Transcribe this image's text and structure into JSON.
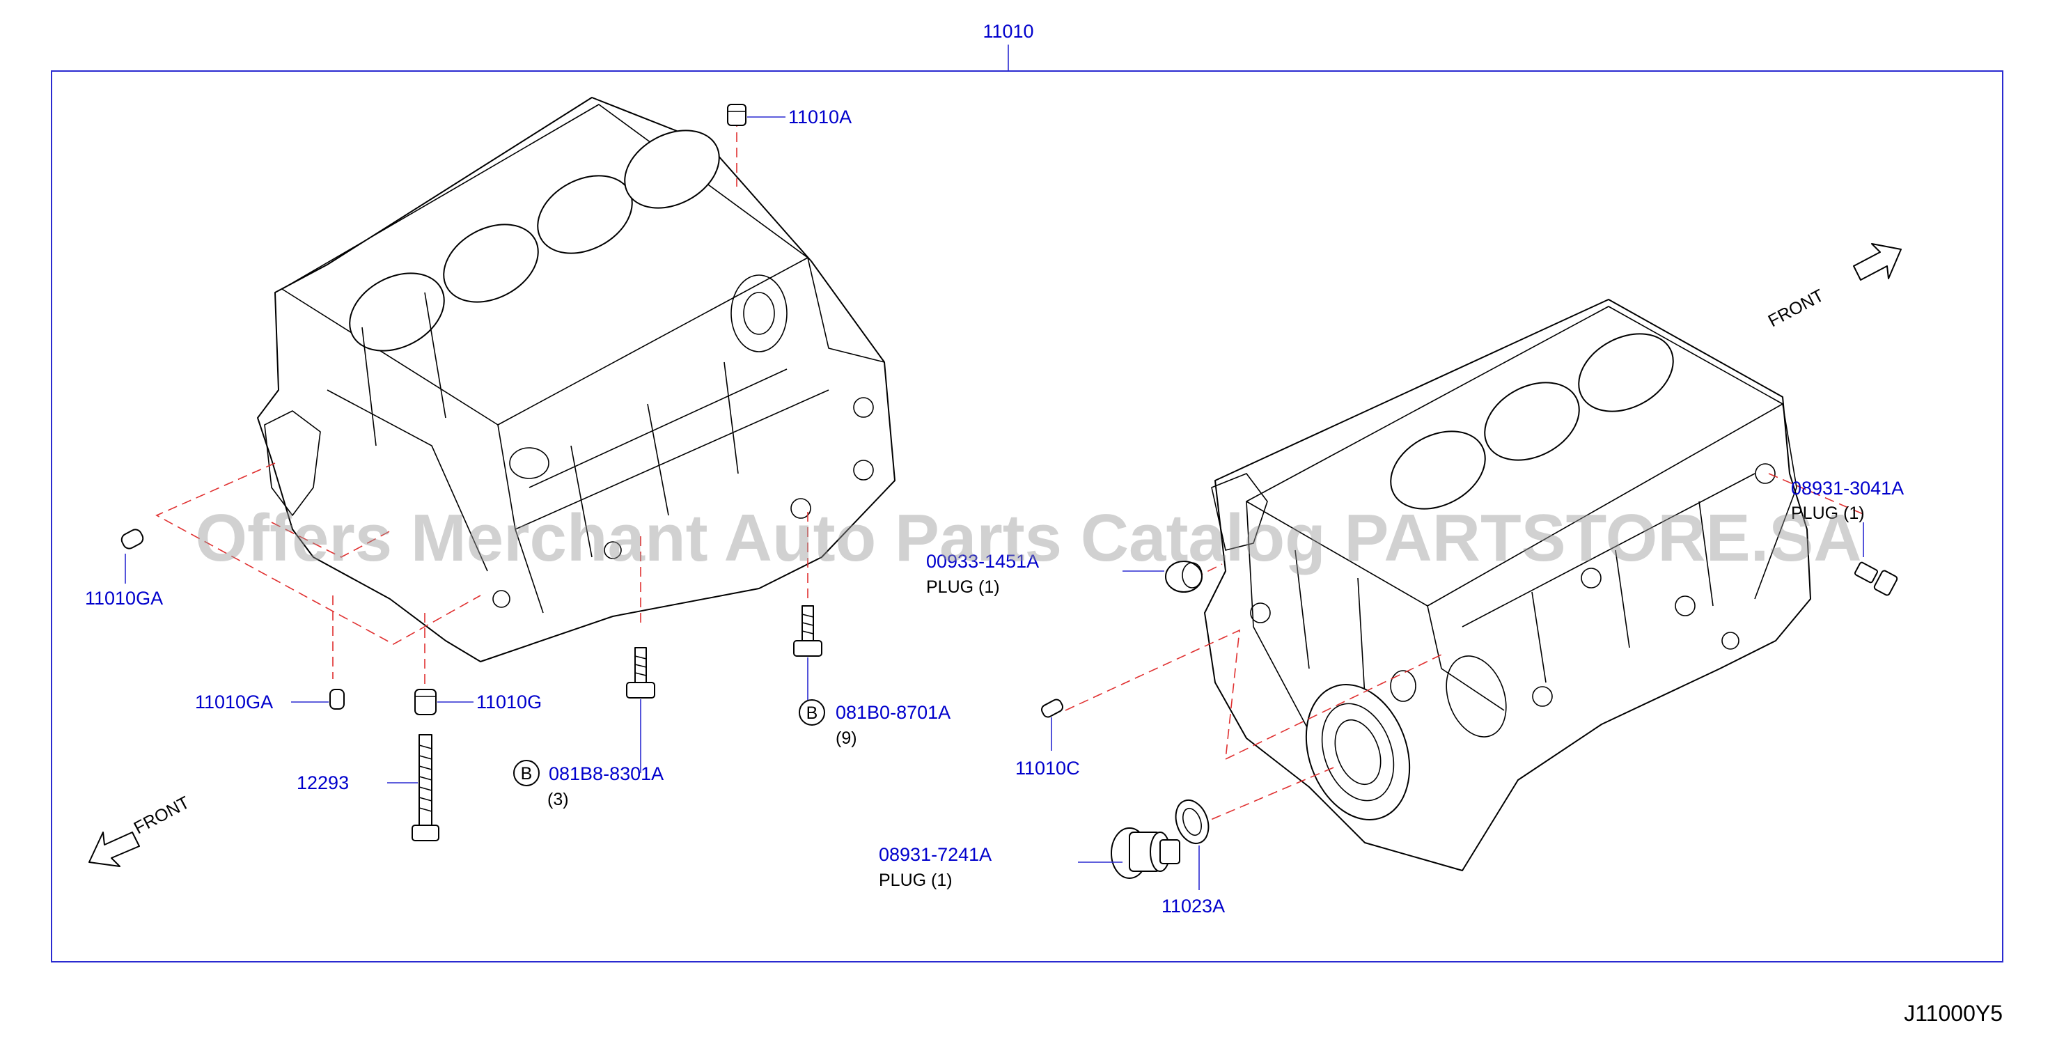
{
  "diagram": {
    "assembly_part": "11010",
    "drawing_ref": "J11000Y5",
    "watermark": "Offers Merchant Auto Parts Catalog PARTSTORE.SA",
    "front_label": "FRONT",
    "parts": {
      "p11010A": "11010A",
      "p11010GA_upper": "11010GA",
      "p11010GA_lower": "11010GA",
      "p11010G": "11010G",
      "p12293": "12293",
      "p081B8": "081B8-8301A",
      "p081B8_qty": "(3)",
      "p081B0": "081B0-8701A",
      "p081B0_qty": "(9)",
      "p00933": "00933-1451A",
      "p00933_desc": "PLUG   (1)",
      "p08931_3041": "08931-3041A",
      "p08931_3041_desc": "PLUG   (1)",
      "p11010C": "11010C",
      "p08931_7241": "08931-7241A",
      "p08931_7241_desc": "PLUG   (1)",
      "p11023A": "11023A"
    },
    "bolt_marker": "B"
  }
}
